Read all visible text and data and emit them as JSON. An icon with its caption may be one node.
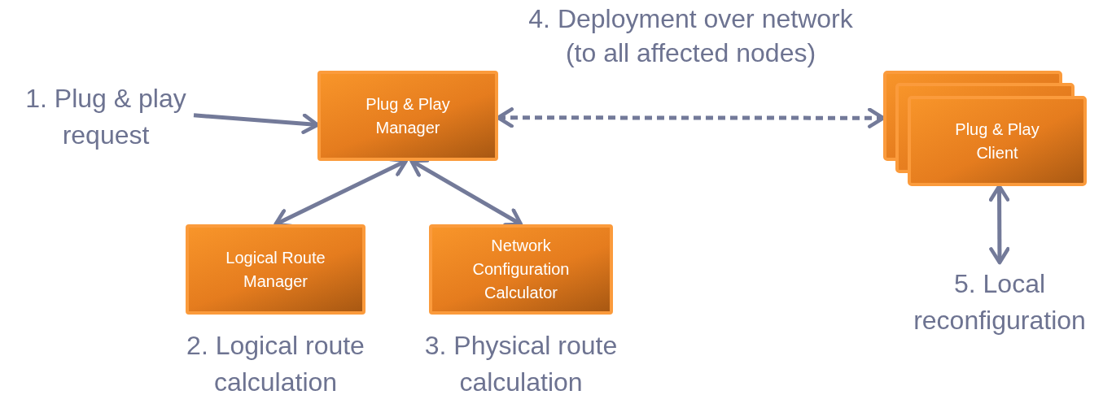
{
  "diagram": {
    "nodes": [
      {
        "text": [
          "1. Plug & play request"
        ]
      },
      {
        "text": [
          "Plug & Play Manager"
        ]
      },
      {
        "text": [
          "Plug & Play Client"
        ]
      },
      {
        "text": [
          "Logical Route Manager"
        ],
        "beside": [
          "2. Logical route calculation"
        ]
      },
      {
        "text": [
          "Network Configuration Calculator"
        ],
        "beside": [
          "3. Physical route calculation"
        ]
      },
      {
        "text": [
          "5. Local reconfiguration"
        ]
      }
    ],
    "edges": [
      {
        "from": 0,
        "to": 1,
        "arrow": "to"
      },
      {
        "from": 1,
        "to": 2,
        "arrow": "both",
        "style": "dashed",
        "label": "4. Deployment over network (to all affected nodes)"
      },
      {
        "from": 1,
        "to": 3,
        "arrow": "both"
      },
      {
        "from": 1,
        "to": 4,
        "arrow": "both"
      },
      {
        "from": 2,
        "to": 5,
        "arrow": "both"
      }
    ]
  }
}
